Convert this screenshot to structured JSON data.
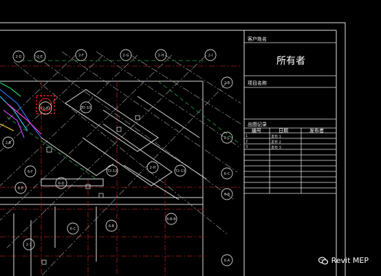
{
  "title_block": {
    "client_label": "客户姓名",
    "owner_text": "所有者",
    "project_label": "项目名称",
    "issue_record_label": "出图记录",
    "columns": [
      "编号",
      "日期",
      "发布者"
    ],
    "rows": [
      {
        "no": "1",
        "desc": "发布 1"
      },
      {
        "no": "2",
        "desc": "发布 2"
      },
      {
        "no": "3",
        "desc": "发布 3"
      }
    ]
  },
  "grid_labels": {
    "top_row": [
      "2-D",
      "2-E",
      "2-F",
      "2-G",
      "2-H",
      "2-I"
    ],
    "right_col": [
      "2-B",
      "2-C",
      "6-C",
      "6-B",
      "6-A"
    ],
    "interior": [
      "T2-11",
      "T2-10",
      "T2-12",
      "T2-13",
      "2-H",
      "2-B",
      "6-F",
      "6-E",
      "6-D",
      "6-C",
      "6-B",
      "6-B-B",
      "2-7"
    ]
  },
  "watermark": {
    "icon": "wechat-icon",
    "text": "Revit MEP"
  }
}
